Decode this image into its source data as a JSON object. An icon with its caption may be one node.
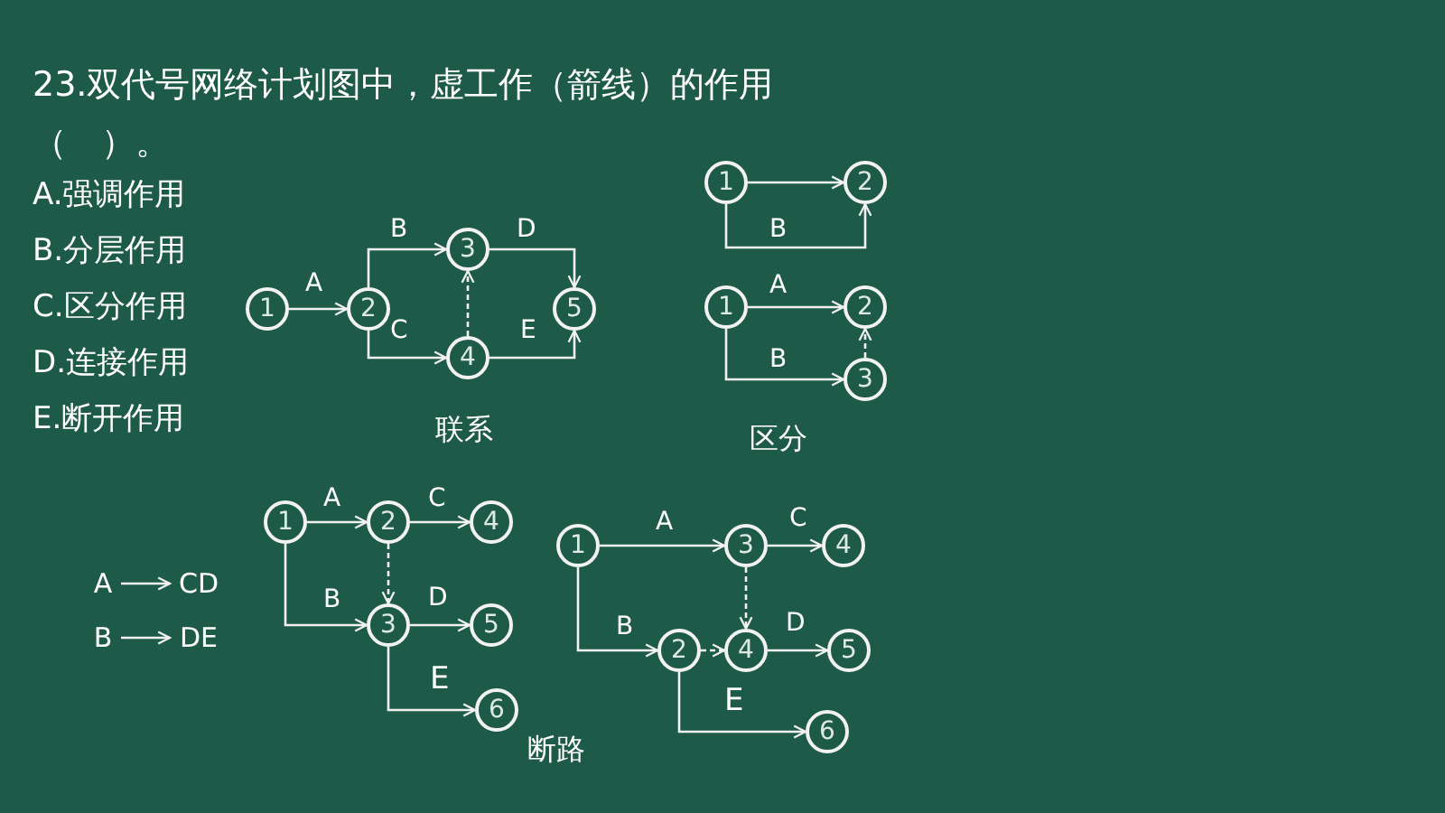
{
  "diagram": {
    "title": "23.双代号网络计划图中，虚工作（箭线）的作用",
    "nodes": [
      {
        "text": [
          "1"
        ]
      },
      {
        "text": [
          "2"
        ]
      },
      {
        "text": [
          "3"
        ]
      },
      {
        "text": [
          "4"
        ]
      },
      {
        "text": [
          "5"
        ]
      },
      {
        "text": [
          "1"
        ]
      },
      {
        "text": [
          "2"
        ]
      },
      {
        "text": [
          "1"
        ]
      },
      {
        "text": [
          "2"
        ]
      },
      {
        "text": [
          "3"
        ]
      },
      {
        "text": [
          "A"
        ]
      },
      {
        "text": [
          "CD"
        ]
      },
      {
        "text": [
          "B"
        ]
      },
      {
        "text": [
          "DE"
        ]
      },
      {
        "text": [
          "1"
        ]
      },
      {
        "text": [
          "2"
        ]
      },
      {
        "text": [
          "4"
        ]
      },
      {
        "text": [
          "3"
        ]
      },
      {
        "text": [
          "5"
        ]
      },
      {
        "text": [
          "6"
        ]
      },
      {
        "text": [
          "1"
        ]
      },
      {
        "text": [
          "3"
        ]
      },
      {
        "text": [
          "4"
        ]
      },
      {
        "text": [
          "2"
        ]
      },
      {
        "text": [
          "4"
        ]
      },
      {
        "text": [
          "5"
        ]
      },
      {
        "text": [
          "6"
        ]
      }
    ],
    "edges": [
      {
        "from": 0,
        "to": 1,
        "arrow": "to",
        "label": "A"
      },
      {
        "from": 1,
        "to": 2,
        "arrow": "to",
        "label": "B"
      },
      {
        "from": 1,
        "to": 3,
        "arrow": "to",
        "label": "C"
      },
      {
        "from": 3,
        "to": 2,
        "arrow": "to",
        "style": "dashed"
      },
      {
        "from": 2,
        "to": 4,
        "arrow": "to",
        "label": "D"
      },
      {
        "from": 3,
        "to": 4,
        "arrow": "to",
        "label": "E"
      },
      {
        "from": 5,
        "to": 6,
        "arrow": "to"
      },
      {
        "from": 5,
        "to": 6,
        "arrow": "to",
        "label": "B"
      },
      {
        "from": 7,
        "to": 8,
        "arrow": "to",
        "label": "A"
      },
      {
        "from": 7,
        "to": 9,
        "arrow": "to",
        "label": "B"
      },
      {
        "from": 9,
        "to": 8,
        "arrow": "to",
        "style": "dashed"
      },
      {
        "from": 10,
        "to": 11,
        "arrow": "to"
      },
      {
        "from": 12,
        "to": 13,
        "arrow": "to"
      },
      {
        "from": 14,
        "to": 15,
        "arrow": "to",
        "label": "A"
      },
      {
        "from": 15,
        "to": 16,
        "arrow": "to",
        "label": "C"
      },
      {
        "from": 15,
        "to": 17,
        "arrow": "to",
        "style": "dashed"
      },
      {
        "from": 14,
        "to": 17,
        "arrow": "to",
        "label": "B"
      },
      {
        "from": 17,
        "to": 18,
        "arrow": "to",
        "label": "D"
      },
      {
        "from": 17,
        "to": 19,
        "arrow": "to",
        "label": "E"
      },
      {
        "from": 20,
        "to": 21,
        "arrow": "to",
        "label": "A"
      },
      {
        "from": 21,
        "to": 22,
        "arrow": "to",
        "label": "C"
      },
      {
        "from": 21,
        "to": 24,
        "arrow": "to",
        "style": "dashed"
      },
      {
        "from": 20,
        "to": 23,
        "arrow": "to",
        "label": "B"
      },
      {
        "from": 23,
        "to": 24,
        "arrow": "to",
        "style": "dashed"
      },
      {
        "from": 24,
        "to": 25,
        "arrow": "to",
        "label": "D"
      },
      {
        "from": 23,
        "to": 26,
        "arrow": "to",
        "label": "E"
      }
    ],
    "labels": [
      "（　）。",
      "A.强调作用",
      "B.分层作用",
      "C.区分作用",
      "D.连接作用",
      "E.断开作用",
      "联系",
      "区分",
      "断路"
    ]
  }
}
